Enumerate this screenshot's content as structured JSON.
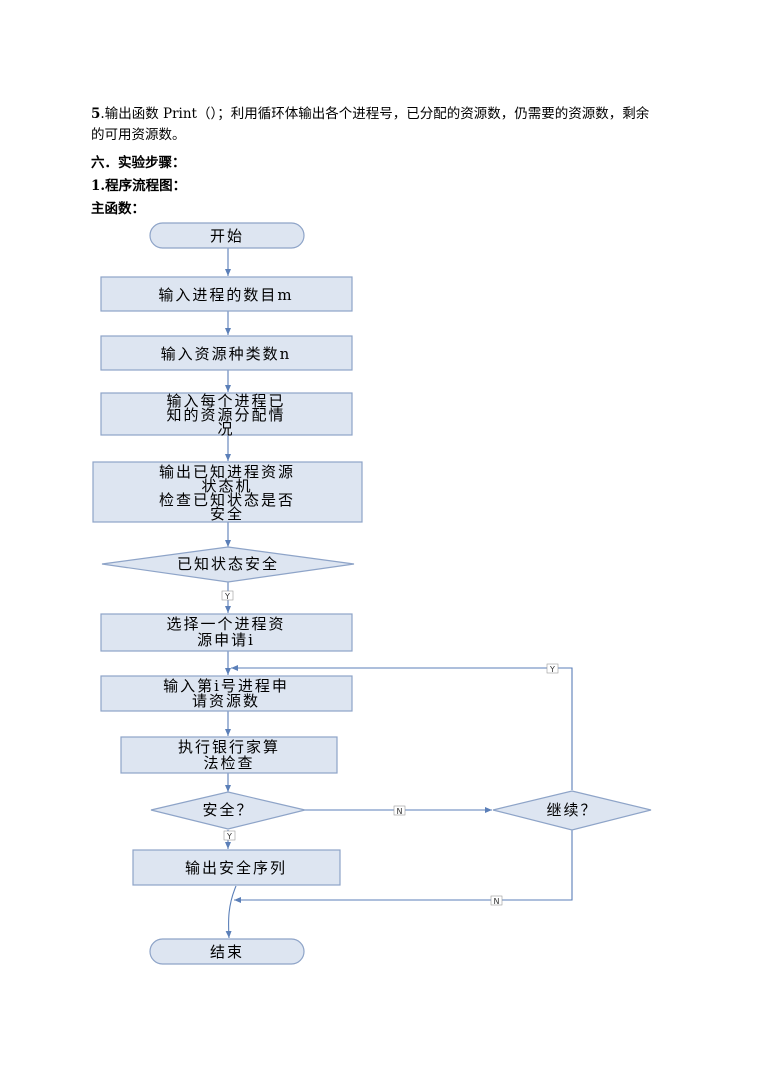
{
  "text": {
    "para_num": "5",
    "para_body": ".输出函数 Print（）；利用循环体输出各个进程号，已分配的资源数，仍需要的资源数，剩余的可用资源数。",
    "step_heading": "六．实验步骤：",
    "flow_num": "1.",
    "flow_heading": "程序流程图：",
    "main_heading": "主函数："
  },
  "flow": {
    "start": "开始",
    "in_m": "输入进程的数目m",
    "in_n": "输入资源种类数n",
    "in_alloc": [
      "输入每个进程已",
      "知的资源分配情",
      "况"
    ],
    "out_state": [
      "输出已知进程资源",
      "状态机",
      "检查已知状态是否",
      "安全"
    ],
    "dec_known": "已知状态安全",
    "select": [
      "选择一个进程资",
      "源申请i"
    ],
    "in_req": [
      "输入第i号进程申",
      "请资源数"
    ],
    "banker": [
      "执行银行家算",
      "法检查"
    ],
    "dec_safe": "安全？",
    "dec_cont": "继续？",
    "out_seq": "输出安全序列",
    "end": "结束",
    "yes": "Y",
    "no": "N"
  },
  "colors": {
    "shape_fill": "#dde5f1",
    "shape_stroke": "#8ea4c8",
    "connector": "#5b7fb8"
  }
}
